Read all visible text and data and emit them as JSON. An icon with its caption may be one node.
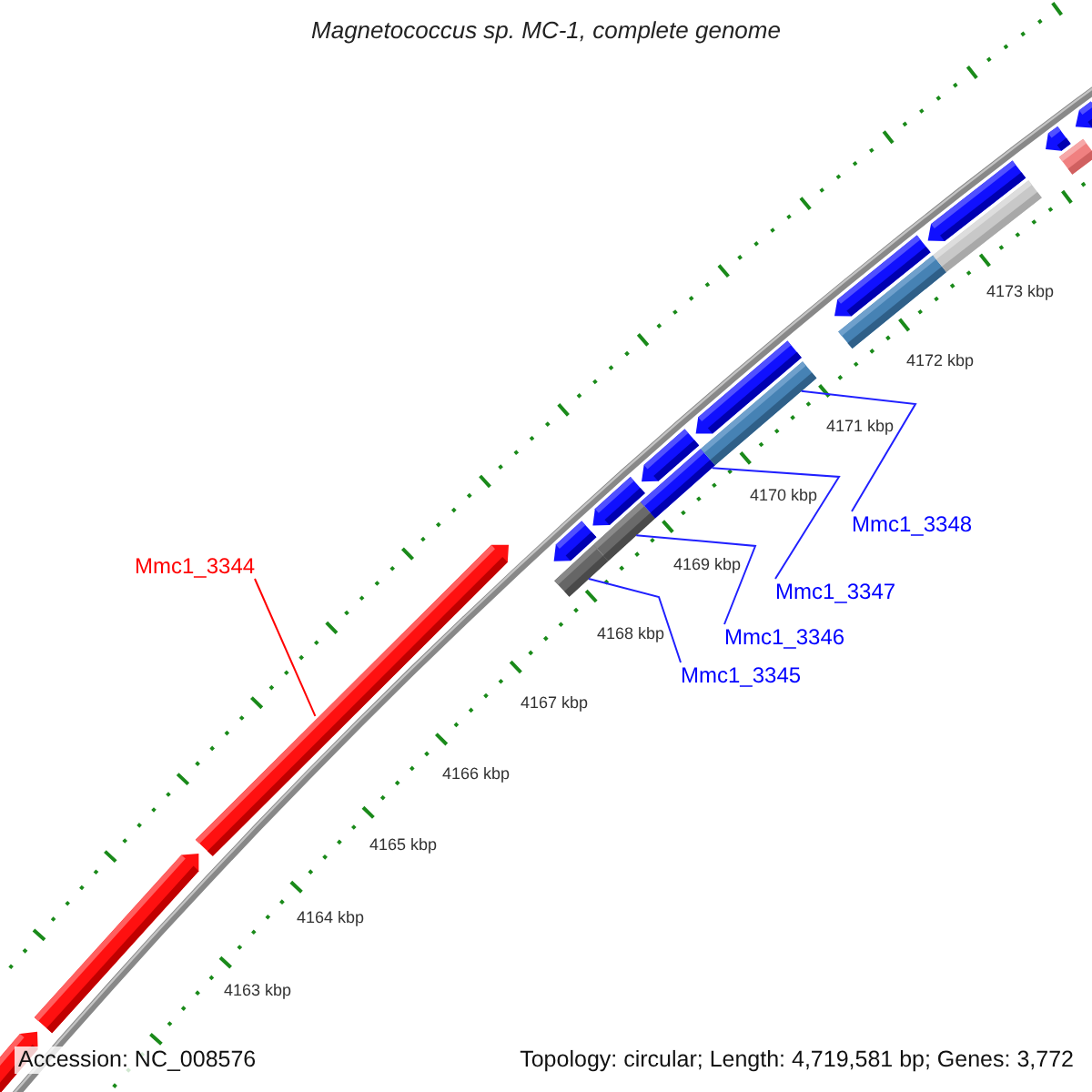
{
  "diagram": {
    "title": "Magnetococcus sp. MC-1, complete genome",
    "nodes": [
      {
        "text": [
          "Mmc1_3348"
        ]
      },
      {
        "text": [
          "Mmc1_3344"
        ]
      },
      {
        "text": [
          "Mmc1_3347"
        ]
      },
      {
        "text": [
          "Mmc1_3346"
        ]
      },
      {
        "text": [
          "Mmc1_3345"
        ]
      },
      {
        "text": [],
        "shape": "pentagon"
      },
      {
        "text": [],
        "shape": "pentagon"
      },
      {
        "text": [],
        "shape": "pentagon"
      },
      {
        "text": [],
        "shape": "bar"
      },
      {
        "text": [],
        "shape": "pentagon"
      },
      {
        "text": [],
        "shape": "bar"
      },
      {
        "text": [],
        "shape": "pentagon"
      },
      {
        "text": [],
        "shape": "bar"
      },
      {
        "text": [],
        "shape": "pentagon"
      },
      {
        "text": [],
        "shape": "bar"
      },
      {
        "text": [],
        "shape": "pentagon"
      },
      {
        "text": [],
        "shape": "bar"
      },
      {
        "text": [],
        "shape": "pentagon"
      },
      {
        "text": [],
        "shape": "bar"
      },
      {
        "text": [],
        "shape": "pentagon"
      },
      {
        "text": [],
        "shape": "bar"
      },
      {
        "text": [],
        "shape": "pentagon"
      },
      {
        "text": [],
        "shape": "pentagon"
      }
    ],
    "edges": [
      {
        "from": 0,
        "to": 14,
        "arrow": "none"
      },
      {
        "from": 1,
        "to": 7,
        "arrow": "none",
        "color": "#ff0000"
      },
      {
        "from": 2,
        "to": 12,
        "arrow": "none"
      },
      {
        "from": 3,
        "to": 10,
        "arrow": "none"
      },
      {
        "from": 4,
        "to": 8,
        "arrow": "none"
      }
    ],
    "labels": [
      "4173 kbp",
      "4172 kbp",
      "4171 kbp",
      "4170 kbp",
      "4169 kbp",
      "4168 kbp",
      "4167 kbp",
      "4166 kbp",
      "4165 kbp",
      "4164 kbp",
      "4163 kbp",
      "Accession: NC_008576",
      "Topology: circular; Length: 4,719,581 bp; Genes: 3,772"
    ]
  }
}
